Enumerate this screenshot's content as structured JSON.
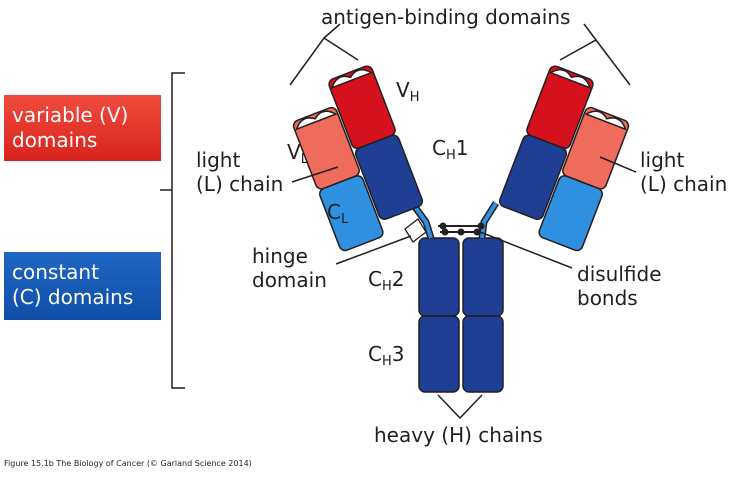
{
  "title": "antigen-binding domains",
  "badges": {
    "variable": [
      "variable (V)",
      "domains"
    ],
    "constant": [
      "constant",
      "(C) domains"
    ]
  },
  "labels": {
    "light_left": [
      "light",
      "(L) chain"
    ],
    "light_right": [
      "light",
      "(L) chain"
    ],
    "hinge": [
      "hinge",
      "domain"
    ],
    "disulfide": [
      "disulfide",
      "bonds"
    ],
    "heavy": "heavy (H) chains",
    "vh": {
      "main": "V",
      "sub": "H"
    },
    "vl": {
      "main": "V",
      "sub": "L"
    },
    "ch1": {
      "main": "C",
      "sub": "H",
      "tail": "1"
    },
    "cl": {
      "main": "C",
      "sub": "L"
    },
    "ch2": {
      "main": "C",
      "sub": "H",
      "tail": "2"
    },
    "ch3": {
      "main": "C",
      "sub": "H",
      "tail": "3"
    }
  },
  "caption": "Figure 15.1b The Biology of Cancer (© Garland Science 2014)",
  "colors": {
    "heavy_variable": "#d6111e",
    "heavy_constant": "#1e3f93",
    "light_variable": "#ef6b5c",
    "light_constant": "#2f8fe0",
    "outline": "#231f20"
  }
}
